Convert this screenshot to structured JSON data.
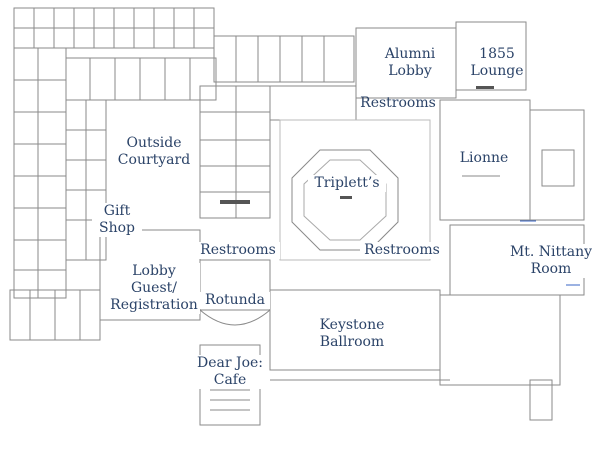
{
  "map": {
    "labels": {
      "alumni_lobby": [
        "Alumni",
        "Lobby"
      ],
      "lounge_1855": [
        "1855",
        "Lounge"
      ],
      "restrooms_top": "Restrooms",
      "outside_courtyard": [
        "Outside",
        "Courtyard"
      ],
      "lionne": "Lionne",
      "tripletts": "Triplett’s",
      "gift_shop": [
        "Gift",
        "Shop"
      ],
      "restrooms_left": "Restrooms",
      "restrooms_mid": "Restrooms",
      "mt_nittany_room": [
        "Mt. Nittany",
        "Room"
      ],
      "lobby_registration": [
        "Lobby",
        "Guest/",
        "Registration"
      ],
      "rotunda": "Rotunda",
      "keystone_ballroom": [
        "Keystone",
        "Ballroom"
      ],
      "dear_joe_cafe": [
        "Dear Joe:",
        "Cafe"
      ]
    },
    "colors": {
      "label": "#2b4368",
      "wall": "#8a8a8a",
      "wall_dark": "#555555",
      "accent": "#3a66c4"
    }
  }
}
